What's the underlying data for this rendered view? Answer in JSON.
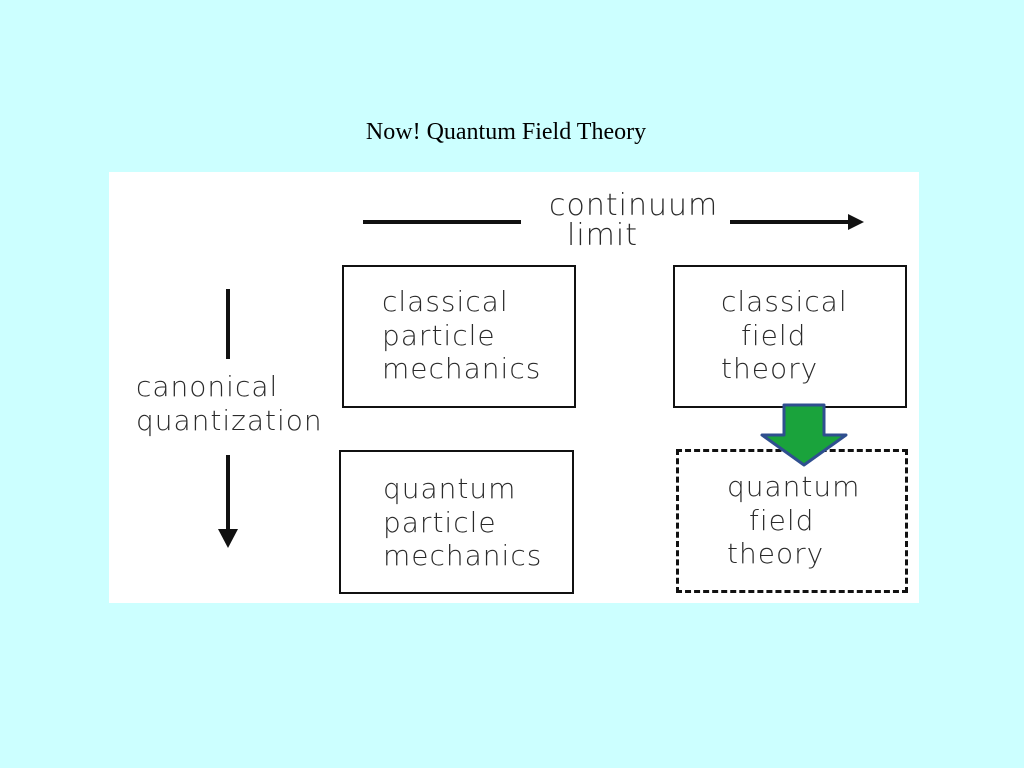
{
  "slide": {
    "title": "Now! Quantum Field Theory"
  },
  "diagram": {
    "top_label": {
      "line1": "continuum",
      "line2": "limit"
    },
    "side_label": {
      "line1": "canonical",
      "line2": "quantization"
    },
    "boxes": {
      "classical_particle": [
        "classical",
        "particle",
        "mechanics"
      ],
      "classical_field": [
        "classical",
        "field",
        "theory"
      ],
      "quantum_particle": [
        "quantum",
        "particle",
        "mechanics"
      ],
      "quantum_field": [
        "quantum",
        "field",
        "theory"
      ]
    },
    "colors": {
      "background": "#ccffff",
      "arrow_fill": "#1aa33c",
      "arrow_stroke": "#2f4f8f"
    },
    "icons": [
      "right-arrow",
      "down-arrow",
      "green-down-arrow"
    ]
  }
}
